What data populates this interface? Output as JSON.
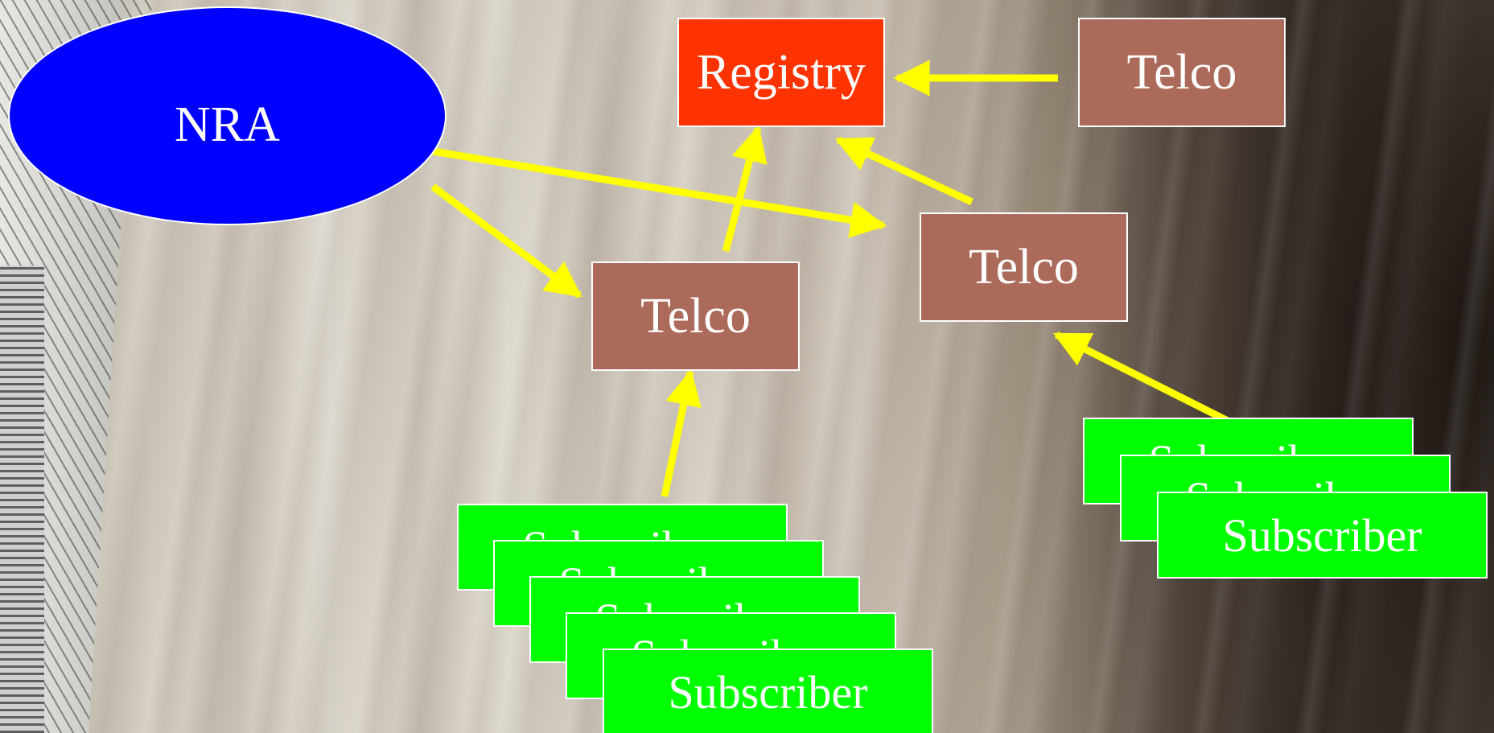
{
  "nodes": {
    "nra": {
      "label": "NRA"
    },
    "registry": {
      "label": "Registry"
    },
    "telco_top": {
      "label": "Telco"
    },
    "telco_right": {
      "label": "Telco"
    },
    "telco_left": {
      "label": "Telco"
    }
  },
  "subscriber_stacks": {
    "left": [
      "Subscriber",
      "Subscriber",
      "Subscriber",
      "Subscriber",
      "Subscriber"
    ],
    "right": [
      "Subscriber",
      "Subscriber",
      "Subscriber"
    ]
  },
  "colors": {
    "nra": "#0000ff",
    "registry": "#ff3300",
    "telco": "#ac6b5a",
    "subscriber": "#00ff00",
    "arrow": "#ffff00",
    "border": "#ffffff"
  },
  "edges": [
    {
      "from": "telco_top",
      "to": "registry"
    },
    {
      "from": "telco_left",
      "to": "registry"
    },
    {
      "from": "telco_right",
      "to": "registry"
    },
    {
      "from": "nra",
      "to": "telco_left"
    },
    {
      "from": "nra",
      "to": "telco_right"
    },
    {
      "from": "subscriber_stack_left",
      "to": "telco_left"
    },
    {
      "from": "subscriber_stack_right",
      "to": "telco_right"
    }
  ]
}
